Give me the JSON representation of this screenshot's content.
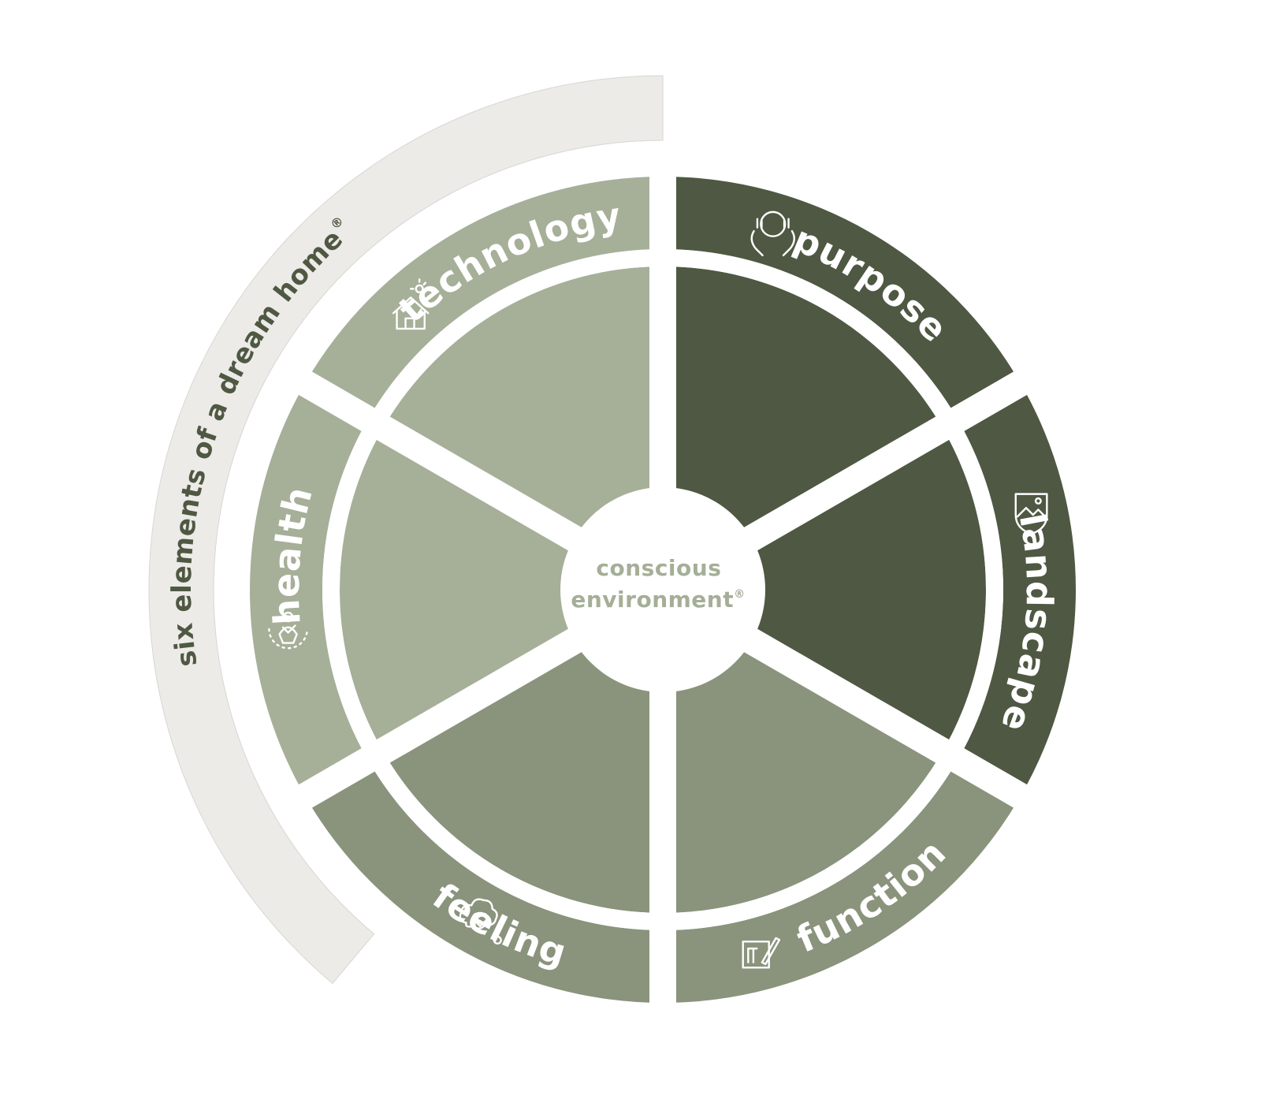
{
  "banner": {
    "text": "six elements of a dream home",
    "mark": "®",
    "color": "#ecebe8",
    "text_color": "#4f5842"
  },
  "center": {
    "line1": "conscious",
    "line2": "environment",
    "mark": "®",
    "text_color": "#a5ae97"
  },
  "segments": [
    {
      "label": "purpose",
      "icon": "hands-holding-circle-icon",
      "color": "#4f5842",
      "inner_color": "#4f5842"
    },
    {
      "label": "landscape",
      "icon": "landscape-shield-icon",
      "color": "#4f5842",
      "inner_color": "#4f5842"
    },
    {
      "label": "function",
      "icon": "blueprint-pencil-icon",
      "color": "#8a937c",
      "inner_color": "#8a937c"
    },
    {
      "label": "feeling",
      "icon": "heart-cloud-icon",
      "color": "#8a937c",
      "inner_color": "#8a937c"
    },
    {
      "label": "health",
      "icon": "person-wellbeing-icon",
      "color": "#a6af98",
      "inner_color": "#a6af98"
    },
    {
      "label": "technology",
      "icon": "solar-house-icon",
      "color": "#a6af98",
      "inner_color": "#a6af98"
    }
  ]
}
